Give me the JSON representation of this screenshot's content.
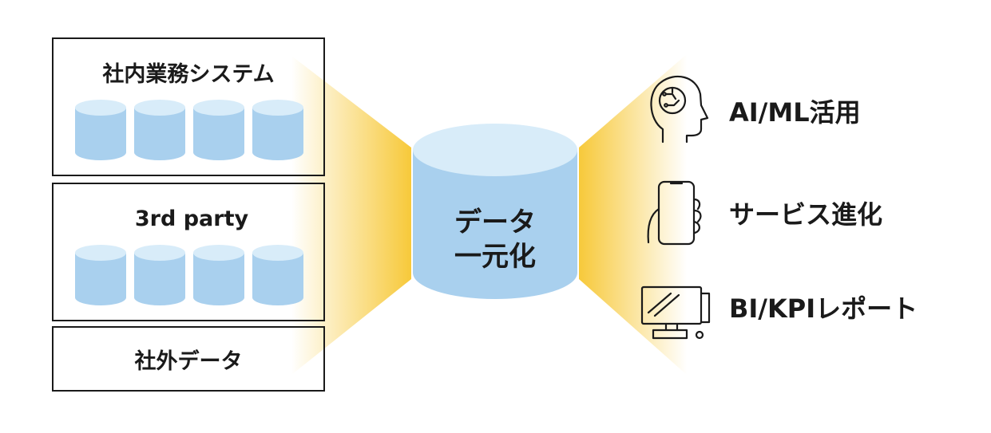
{
  "sources": {
    "internal": {
      "label": "社内業務システム"
    },
    "third_party": {
      "label": "3rd party"
    },
    "external": {
      "label": "社外データ"
    }
  },
  "center": {
    "line1": "データ",
    "line2": "一元化"
  },
  "outputs": [
    {
      "label": "AI/ML活用",
      "icon": "head-circuit-icon"
    },
    {
      "label": "サービス進化",
      "icon": "smartphone-hand-icon"
    },
    {
      "label": "BI/KPIレポート",
      "icon": "desktop-computer-icon"
    }
  ],
  "colors": {
    "cylinder_body": "#a9d0ee",
    "cylinder_top": "#d8ecf9",
    "beam": "#f7c93a"
  }
}
